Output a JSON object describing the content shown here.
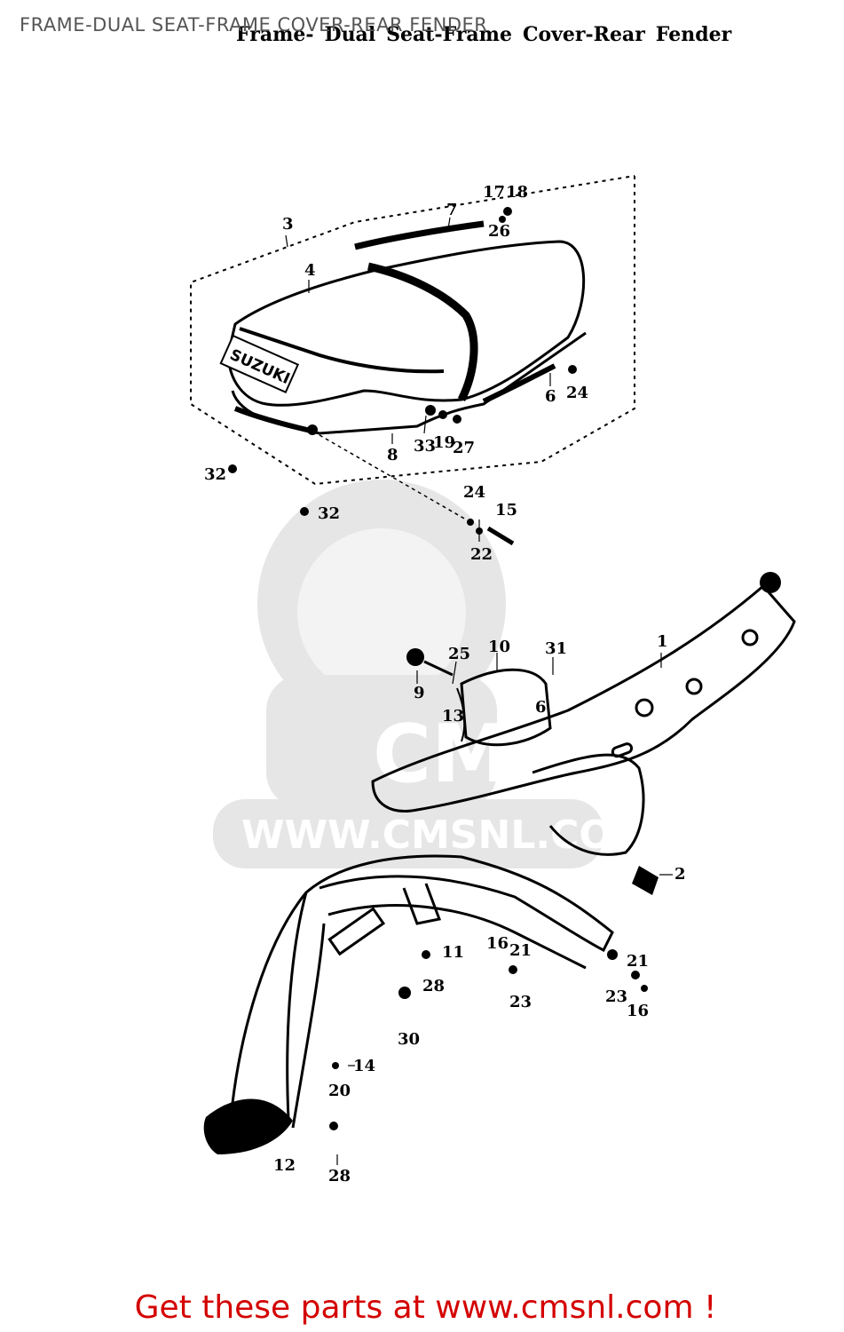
{
  "page_title": "FRAME-DUAL SEAT-FRAME COVER-REAR FENDER",
  "diagram_title": [
    "Frame-",
    "Dual",
    "Seat-Frame",
    "Cover-Rear",
    "Fender"
  ],
  "seat_logo": "SUZUKI",
  "watermark": {
    "text": "WWW.CMSNL.COM",
    "brand": "CMS",
    "color": "#e6e6e6"
  },
  "callouts": {
    "c1": "1",
    "c2": "2",
    "c3": "3",
    "c4": "4",
    "c6a": "6",
    "c6b": "6",
    "c7": "7",
    "c8": "8",
    "c9": "9",
    "c10": "10",
    "c11": "11",
    "c12": "12",
    "c13": "13",
    "c14": "14",
    "c15": "15",
    "c16a": "16",
    "c16b": "16",
    "c17": "17",
    "c18": "18",
    "c19": "19",
    "c20": "20",
    "c21a": "21",
    "c21b": "21",
    "c22": "22",
    "c23a": "23",
    "c23b": "23",
    "c24a": "24",
    "c24b": "24",
    "c25": "25",
    "c26": "26",
    "c27": "27",
    "c28a": "28",
    "c28b": "28",
    "c30": "30",
    "c31": "31",
    "c32a": "32",
    "c32b": "32",
    "c33": "33"
  },
  "footer": {
    "link_text": "Get these parts at www.cmsnl.com !",
    "link_color": "#d40000"
  }
}
